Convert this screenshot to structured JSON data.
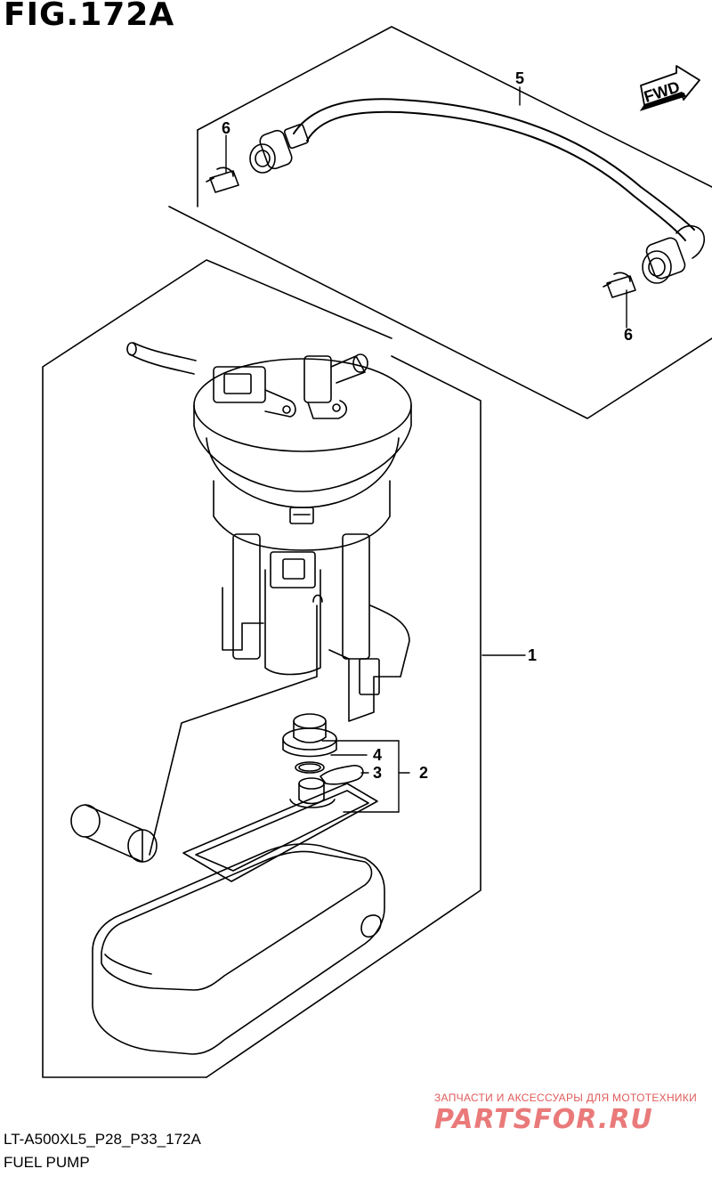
{
  "figure": {
    "title": "FIG.172A"
  },
  "model_code": "LT-A500XL5_P28_P33_172A",
  "caption": "FUEL PUMP",
  "direction_label": "FWD",
  "callouts": {
    "c1": "1",
    "c2": "2",
    "c3": "3",
    "c4": "4",
    "c5": "5",
    "c6a": "6",
    "c6b": "6"
  },
  "watermark": {
    "tagline": "ЗАПЧАСТИ И АКСЕССУАРЫ ДЛЯ МОТОТЕХНИКИ",
    "logo": "PARTSFOR.RU"
  },
  "colors": {
    "line": "#000000",
    "watermark": "#e05a5a"
  }
}
